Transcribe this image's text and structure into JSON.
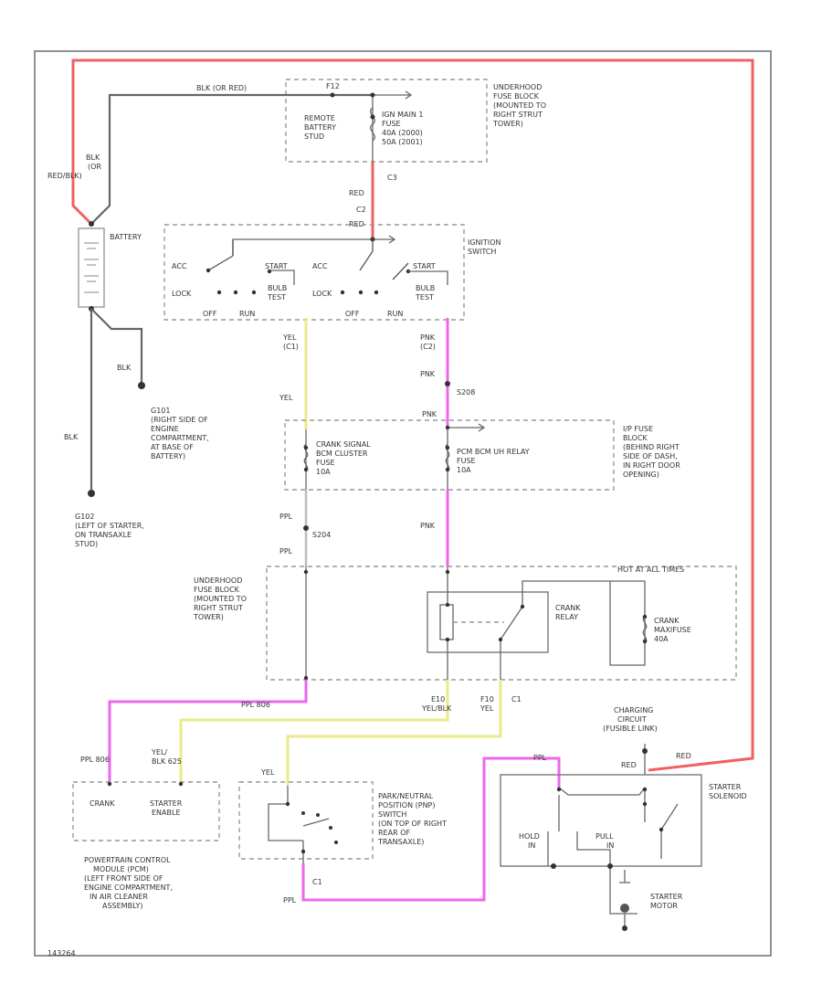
{
  "labels": {
    "blk_orn_red_top": "BLK   (OR RED)",
    "blk_or_red_left": "BLK\n(OR\nRED/BLK)",
    "remote_battery_stud": "REMOTE\nBATTERY\nSTUD",
    "fuse_ign_main": "IGN MAIN 1\nFUSE\n40A (2000)\n50A (2001)",
    "underhood_fuse_block_top": "UNDERHOOD\nFUSE BLOCK\n(MOUNTED TO\nRIGHT STRUT\nTOWER)",
    "f12": "F12",
    "c2": "C2",
    "c3": "C3",
    "red_w1": "RED",
    "red_w2": "RED",
    "battery": "BATTERY",
    "ignition_switch": "IGNITION\nSWITCH",
    "acc_1": "ACC",
    "start_1": "START",
    "lock_1": "LOCK",
    "bulb_test_1": "BULB\nTEST",
    "off_1": "OFF",
    "run_1": "RUN",
    "acc_2": "ACC",
    "start_2": "START",
    "lock_2": "LOCK",
    "bulb_test_2": "BULB\nTEST",
    "off_2": "OFF",
    "run_2": "RUN",
    "yel_c1": "YEL\n(C1)",
    "pnk_c2": "PNK\n(C2)",
    "pnk_s208": "PNK",
    "s208": "S208",
    "yel_2": "YEL",
    "blk_g101": "BLK",
    "g101": "G101\n(RIGHT SIDE OF\nENGINE\nCOMPARTMENT,\nAT BASE OF\nBATTERY)",
    "blk_g102": "BLK",
    "g102": "G102\n(LEFT OF STARTER,\nON TRANSAXLE\nSTUD)",
    "pnk_ip": "PNK",
    "crank_signal_fuse": "CRANK SIGNAL\nBCM CLUSTER\nFUSE\n10A",
    "pcm_fuse": "PCM BCM UH RELAY\nFUSE\n10A",
    "ip_fuse_block": "I/P FUSE\nBLOCK\n(BEHIND RIGHT\nSIDE OF DASH,\nIN RIGHT DOOR\nOPENING)",
    "ppl_s204": "PPL",
    "s204": "S204",
    "ppl_2": "PPL",
    "pnk_3": "PNK",
    "underhood_fuse_block_mid": "UNDERHOOD\nFUSE BLOCK\n(MOUNTED TO\nRIGHT STRUT\nTOWER)",
    "hot_at_all_times": "HOT AT ALL TIMES",
    "crank_relay": "CRANK\nRELAY",
    "crank_maxifuse": "CRANK\nMAXIFUSE\n40A",
    "e10_yel_blk": "E10\nYEL/BLK",
    "f10_yel": "F10\nYEL",
    "c1_mid": "C1",
    "ppl_806": "PPL   806",
    "ppl_806b": "PPL   806",
    "yel_blk_625": "YEL/\nBLK   625",
    "crank_pcm": "CRANK",
    "starter_enable": "STARTER\nENABLE",
    "pcm": "POWERTRAIN CONTROL\nMODULE (PCM)\n(LEFT FRONT SIDE OF\nENGINE COMPARTMENT,\nIN AIR CLEANER\nASSEMBLY)",
    "yel_pnp": "YEL",
    "pnp": "PARK/NEUTRAL\nPOSITION (PNP)\nSWITCH\n(ON TOP OF RIGHT\nREAR OF\nTRANSAXLE)",
    "ppl_c1_bottom": "PPL",
    "c1_bottom": "C1",
    "charging_circuit": "CHARGING\nCIRCUIT\n(FUSIBLE LINK)",
    "red_sol": "RED",
    "red_sol2": "RED",
    "ppl_sol": "PPL",
    "starter_solenoid": "STARTER\nSOLENOID",
    "hold_in": "HOLD\nIN",
    "pull_in": "PULL\nIN",
    "starter_motor": "STARTER\nMOTOR",
    "figure_id": "143264"
  },
  "colors": {
    "red_wire": "#f06060",
    "pink_wire": "#ee66ee",
    "yellow_wire": "#eaea88",
    "gray_wire": "#666666",
    "frame": "#666666"
  }
}
